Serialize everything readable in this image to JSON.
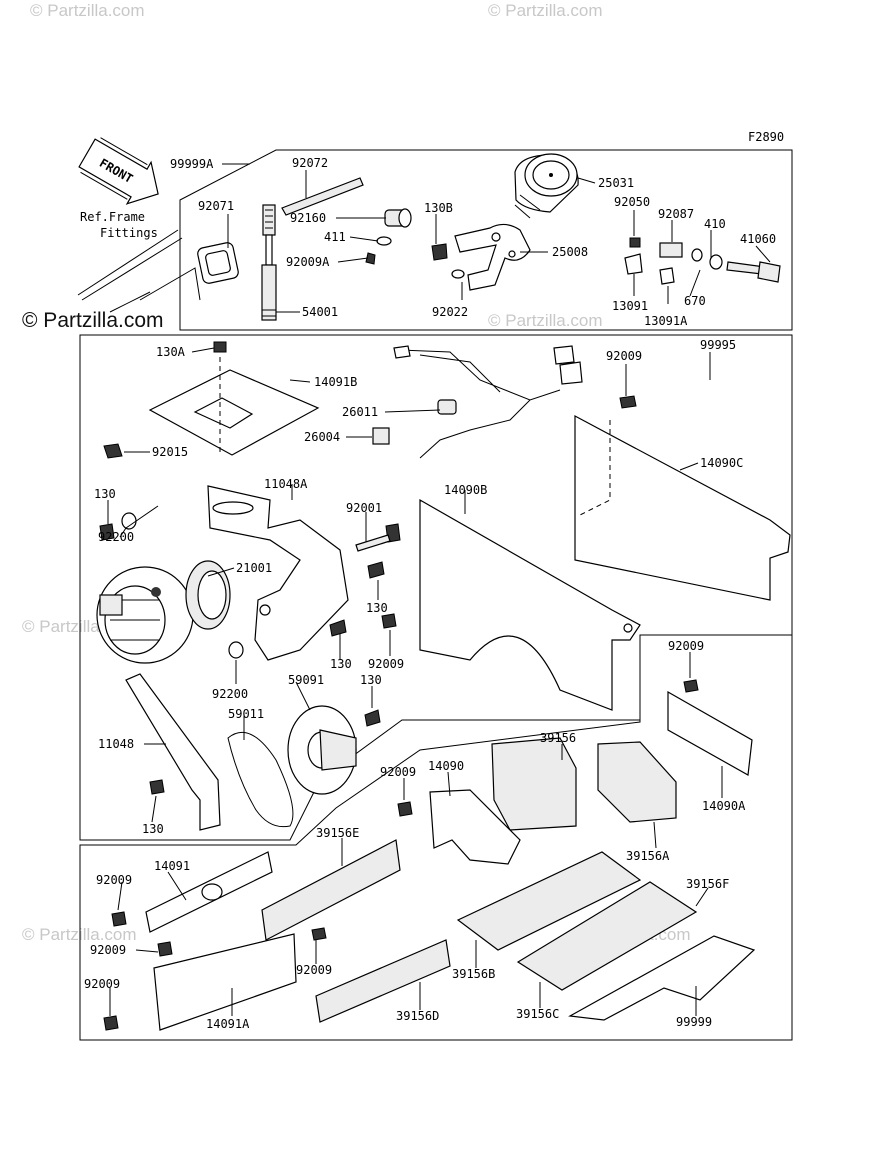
{
  "watermarks": [
    "© Partzilla.com"
  ],
  "watermark_strong": "© Partzilla.com",
  "figure_code": "F2890",
  "ref_frame_line1": "Ref.Frame",
  "ref_frame_line2": "Fittings",
  "front_arrow_label": "FRONT",
  "labels": {
    "p99999A": "99999A",
    "p92072": "92072",
    "p25031": "25031",
    "p92071": "92071",
    "p92160": "92160",
    "p130B": "130B",
    "p411": "411",
    "p92009A": "92009A",
    "p25008": "25008",
    "p92050": "92050",
    "p92087": "92087",
    "p410": "410",
    "p41060": "41060",
    "p54001": "54001",
    "p92022": "92022",
    "p13091": "13091",
    "p13091A": "13091A",
    "p670": "670",
    "p130A": "130A",
    "p14091B": "14091B",
    "p92009_a": "92009",
    "p99995": "99995",
    "p26011": "26011",
    "p26004": "26004",
    "p92015": "92015",
    "p14090C": "14090C",
    "p11048A": "11048A",
    "p14090B": "14090B",
    "p130_a": "130",
    "p92001": "92001",
    "p92200_a": "92200",
    "p21001": "21001",
    "p130_b": "130",
    "p130_c": "130",
    "p92009_b": "92009",
    "p92200_b": "92200",
    "p59091": "59091",
    "p130_d": "130",
    "p59011": "59011",
    "p11048": "11048",
    "p130_e": "130",
    "p92009_c": "92009",
    "p39156": "39156",
    "p92009_d": "92009",
    "p14090": "14090",
    "p14090A": "14090A",
    "p39156A": "39156A",
    "p39156E": "39156E",
    "p14091": "14091",
    "p92009_e": "92009",
    "p39156F": "39156F",
    "p92009_f": "92009",
    "p92009_g": "92009",
    "p39156B": "39156B",
    "p92009_h": "92009",
    "p39156D": "39156D",
    "p39156C": "39156C",
    "p14091A": "14091A",
    "p99999": "99999"
  }
}
